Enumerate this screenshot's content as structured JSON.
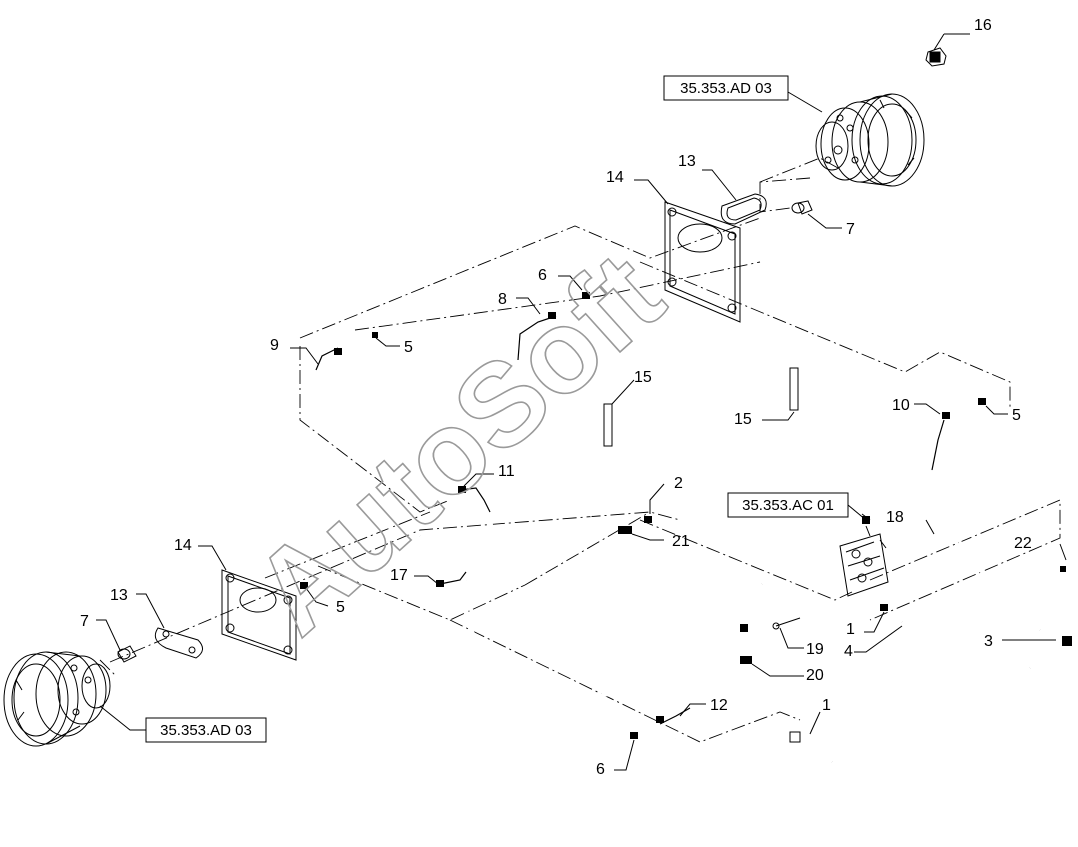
{
  "diagram": {
    "watermark": "AutoSoft",
    "references": [
      {
        "id": "ref-top-right",
        "text": "35.353.AD 03"
      },
      {
        "id": "ref-middle",
        "text": "35.353.AC 01"
      },
      {
        "id": "ref-bottom-left",
        "text": "35.353.AD 03"
      }
    ],
    "callouts": [
      {
        "id": "c16",
        "text": "16"
      },
      {
        "id": "c13a",
        "text": "13"
      },
      {
        "id": "c14a",
        "text": "14"
      },
      {
        "id": "c7a",
        "text": "7"
      },
      {
        "id": "c6a",
        "text": "6"
      },
      {
        "id": "c8",
        "text": "8"
      },
      {
        "id": "c9",
        "text": "9"
      },
      {
        "id": "c5a",
        "text": "5"
      },
      {
        "id": "c15a",
        "text": "15"
      },
      {
        "id": "c15b",
        "text": "15"
      },
      {
        "id": "c10",
        "text": "10"
      },
      {
        "id": "c5b",
        "text": "5"
      },
      {
        "id": "c11",
        "text": "11"
      },
      {
        "id": "c2",
        "text": "2"
      },
      {
        "id": "c21",
        "text": "21"
      },
      {
        "id": "c18",
        "text": "18"
      },
      {
        "id": "c22",
        "text": "22"
      },
      {
        "id": "c14b",
        "text": "14"
      },
      {
        "id": "c17",
        "text": "17"
      },
      {
        "id": "c5c",
        "text": "5"
      },
      {
        "id": "c13b",
        "text": "13"
      },
      {
        "id": "c7b",
        "text": "7"
      },
      {
        "id": "c1a",
        "text": "1"
      },
      {
        "id": "c3",
        "text": "3"
      },
      {
        "id": "c4",
        "text": "4"
      },
      {
        "id": "c19",
        "text": "19"
      },
      {
        "id": "c20",
        "text": "20"
      },
      {
        "id": "c12",
        "text": "12"
      },
      {
        "id": "c1b",
        "text": "1"
      },
      {
        "id": "c6b",
        "text": "6"
      }
    ]
  }
}
